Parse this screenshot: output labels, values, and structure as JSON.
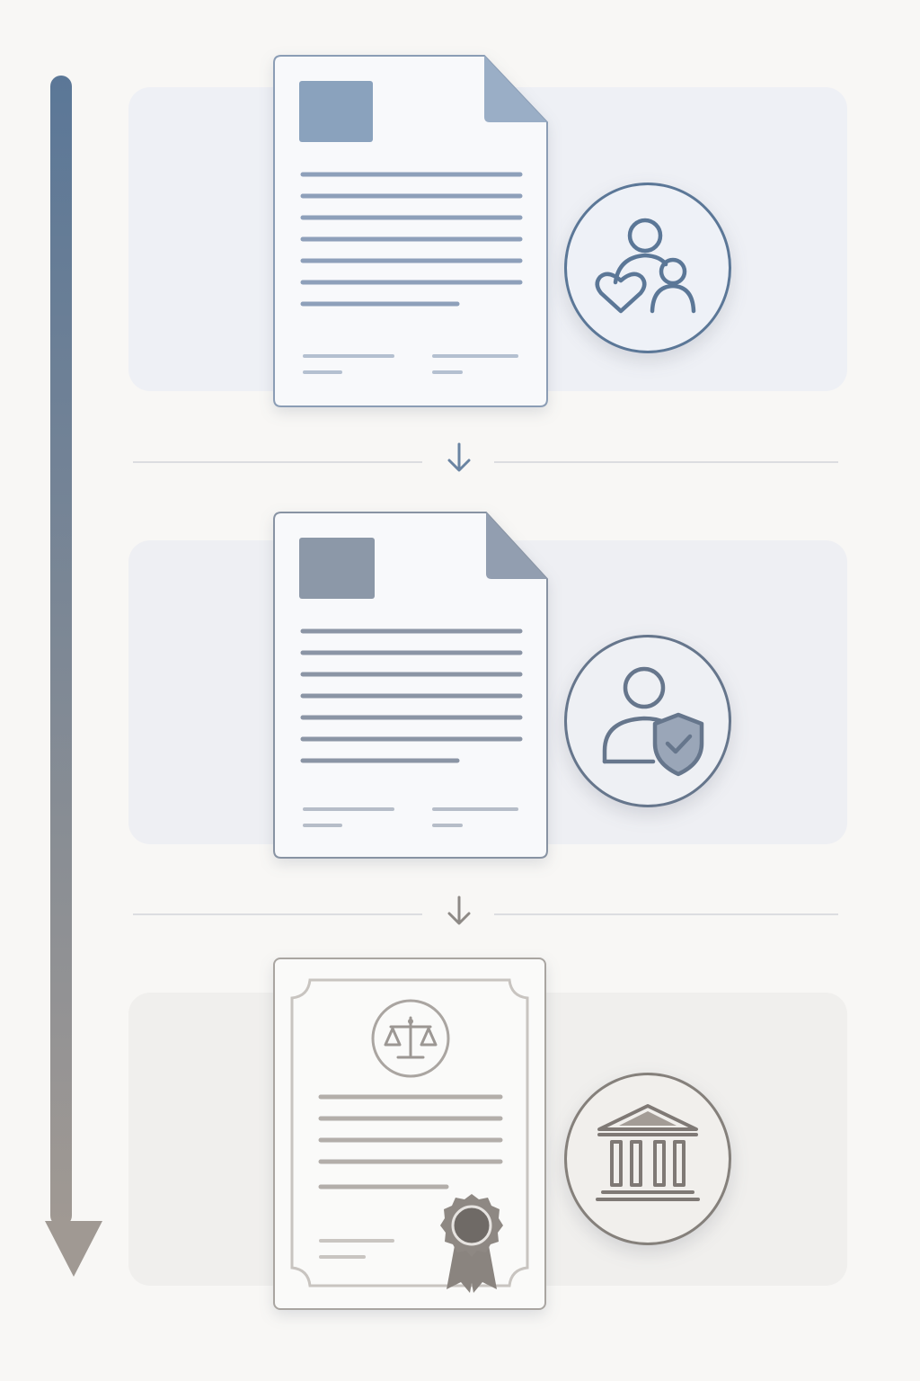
{
  "diagram": {
    "layout": "vertical-flow",
    "step_count": 3,
    "steps": [
      {
        "document": "form-document",
        "icon": "parent-child-heart-icon"
      },
      {
        "document": "form-document",
        "icon": "person-shield-check-icon"
      },
      {
        "document": "certificate-document",
        "icon": "courthouse-icon"
      }
    ],
    "colors": {
      "background": "#f8f7f5",
      "blue": "#5b7797",
      "slate": "#7a8494",
      "taupe": "#85807b",
      "panel_blue": "#eef0f5",
      "panel_slate": "#eeeff3",
      "panel_taupe": "#f0efed"
    }
  }
}
